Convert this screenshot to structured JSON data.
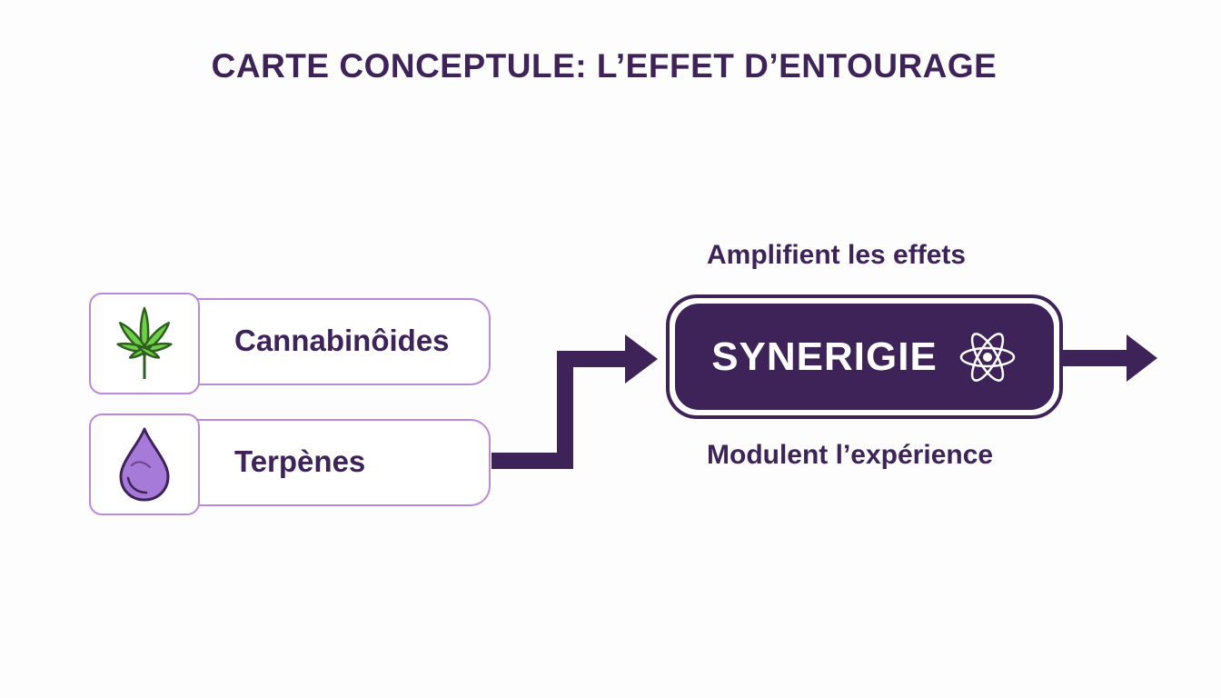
{
  "title": "CARTE CONCEPTULE: L’EFFET D’ENTOURAGE",
  "nodes": [
    {
      "label": "Cannabinôides",
      "icon": "cannabis-leaf-icon"
    },
    {
      "label": "Terpènes",
      "icon": "droplet-icon"
    }
  ],
  "synergy": {
    "label": "SYNERIGIE",
    "icon": "atom-icon"
  },
  "annotations": {
    "top": "Amplifient les effets",
    "bottom": "Modulent l’expérience"
  },
  "colors": {
    "primary": "#3d2357",
    "node_border": "#b98ad6",
    "leaf_fill": "#6fcf4a",
    "leaf_stroke": "#2f5f1f",
    "drop_fill": "#a57ad8"
  }
}
